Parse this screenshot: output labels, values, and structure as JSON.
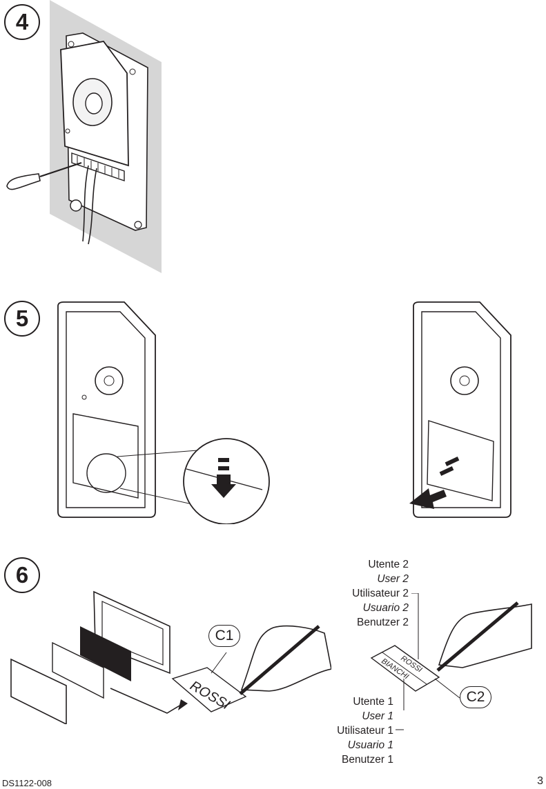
{
  "steps": [
    "4",
    "5",
    "6"
  ],
  "callouts": {
    "c1": "C1",
    "c2": "C2"
  },
  "card_text": {
    "single": "ROSSI",
    "upper": "ROSSI",
    "lower": "BIANCHI"
  },
  "labels_user2": [
    "Utente 2",
    "User 2",
    "Utilisateur 2",
    "Usuario 2",
    "Benutzer 2"
  ],
  "labels_user1": [
    "Utente 1",
    "User 1",
    "Utilisateur 1",
    "Usuario 1",
    "Benutzer 1"
  ],
  "footer": {
    "doc_code": "DS1122-008",
    "page_number": "3"
  }
}
